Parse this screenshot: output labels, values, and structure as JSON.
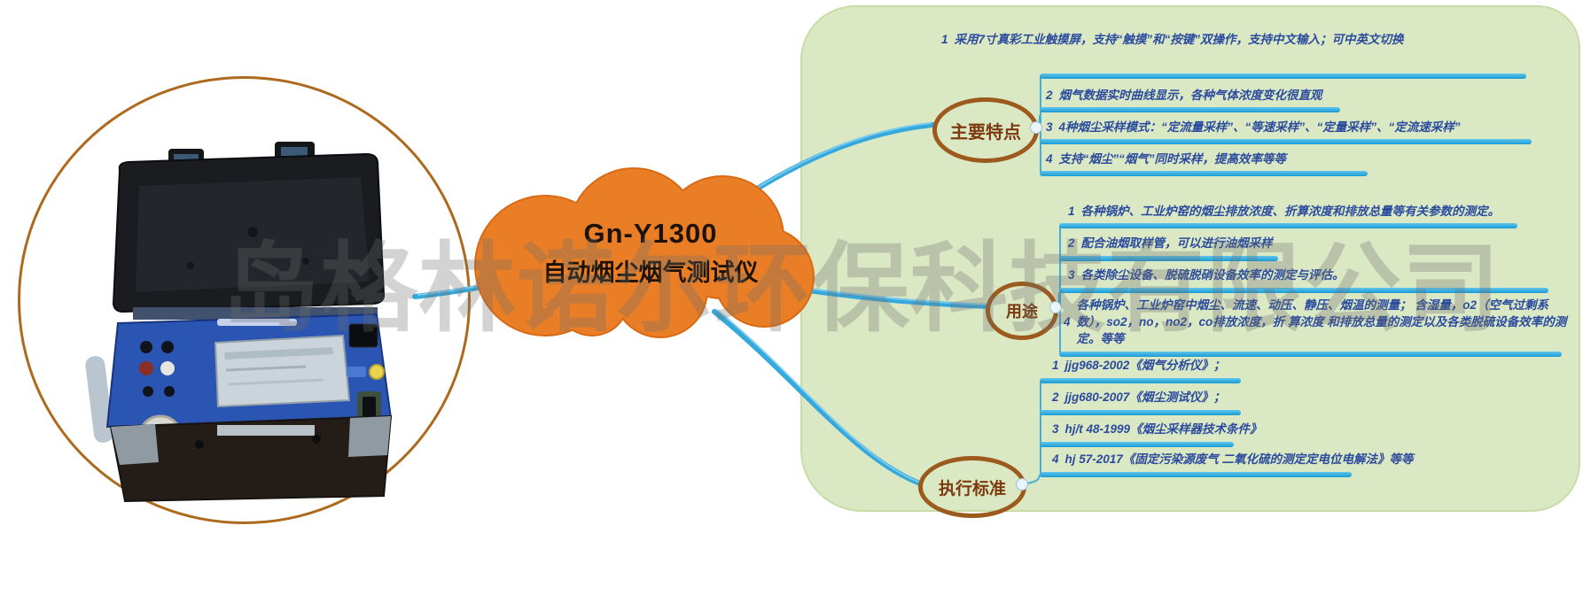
{
  "watermark": "岛格林诺尔环保科技有限公司",
  "center": {
    "model": "Gn-Y1300",
    "name": "自动烟尘烟气测试仪"
  },
  "colors": {
    "panel_green": "#dbe8c4",
    "connector_blue": "#35a8dc",
    "bar_top": "#5ec6ee",
    "bar_bottom": "#1b9ad2",
    "cloud_fill": "#e97e26",
    "cloud_stroke": "#d96a14",
    "topic_ring": "#9c5a1d",
    "topic_text": "#7c3a0e",
    "item_text": "#2b4b9e",
    "left_ellipse": "#ad6a1e"
  },
  "branches": [
    {
      "label": "主要特点",
      "items": [
        {
          "num": "1",
          "text": "采用7寸真彩工业触摸屏，支持“触摸”和“按键”双操作，支持中文输入；可中英文切换"
        },
        {
          "num": "2",
          "text": "烟气数据实时曲线显示，各种气体浓度变化很直观"
        },
        {
          "num": "3",
          "text": "4种烟尘采样模式：“定流量采样”、“等速采样”、“定量采样”、“定流速采样”"
        },
        {
          "num": "4",
          "text": "支持“烟尘”“烟气”同时采样，提高效率等等"
        }
      ]
    },
    {
      "label": "用途",
      "items": [
        {
          "num": "1",
          "text": "各种锅炉、工业炉窑的烟尘排放浓度、折算浓度和排放总量等有关参数的测定。"
        },
        {
          "num": "2",
          "text": "配合油烟取样管，可以进行油烟采样"
        },
        {
          "num": "3",
          "text": "各类除尘设备、脱硫脱硝设备效率的测定与评估。"
        },
        {
          "num": "4",
          "text": "各种锅炉、工业炉窑中烟尘、流速、动压、静压、烟温的测量； 含湿量，o2（空气过剩系数），so2，no，no2，co排放浓度，折 算浓度 和排放总量的测定以及各类脱硫设备效率的测定。等等"
        }
      ]
    },
    {
      "label": "执行标准",
      "items": [
        {
          "num": "1",
          "text": "jjg968-2002《烟气分析仪》；"
        },
        {
          "num": "2",
          "text": "jjg680-2007《烟尘测试仪》；"
        },
        {
          "num": "3",
          "text": "hj/t 48-1999《烟尘采样器技术条件》"
        },
        {
          "num": "4",
          "text": "hj 57-2017《固定污染源废气 二氧化硫的测定定电位电解法》等等"
        }
      ]
    }
  ]
}
